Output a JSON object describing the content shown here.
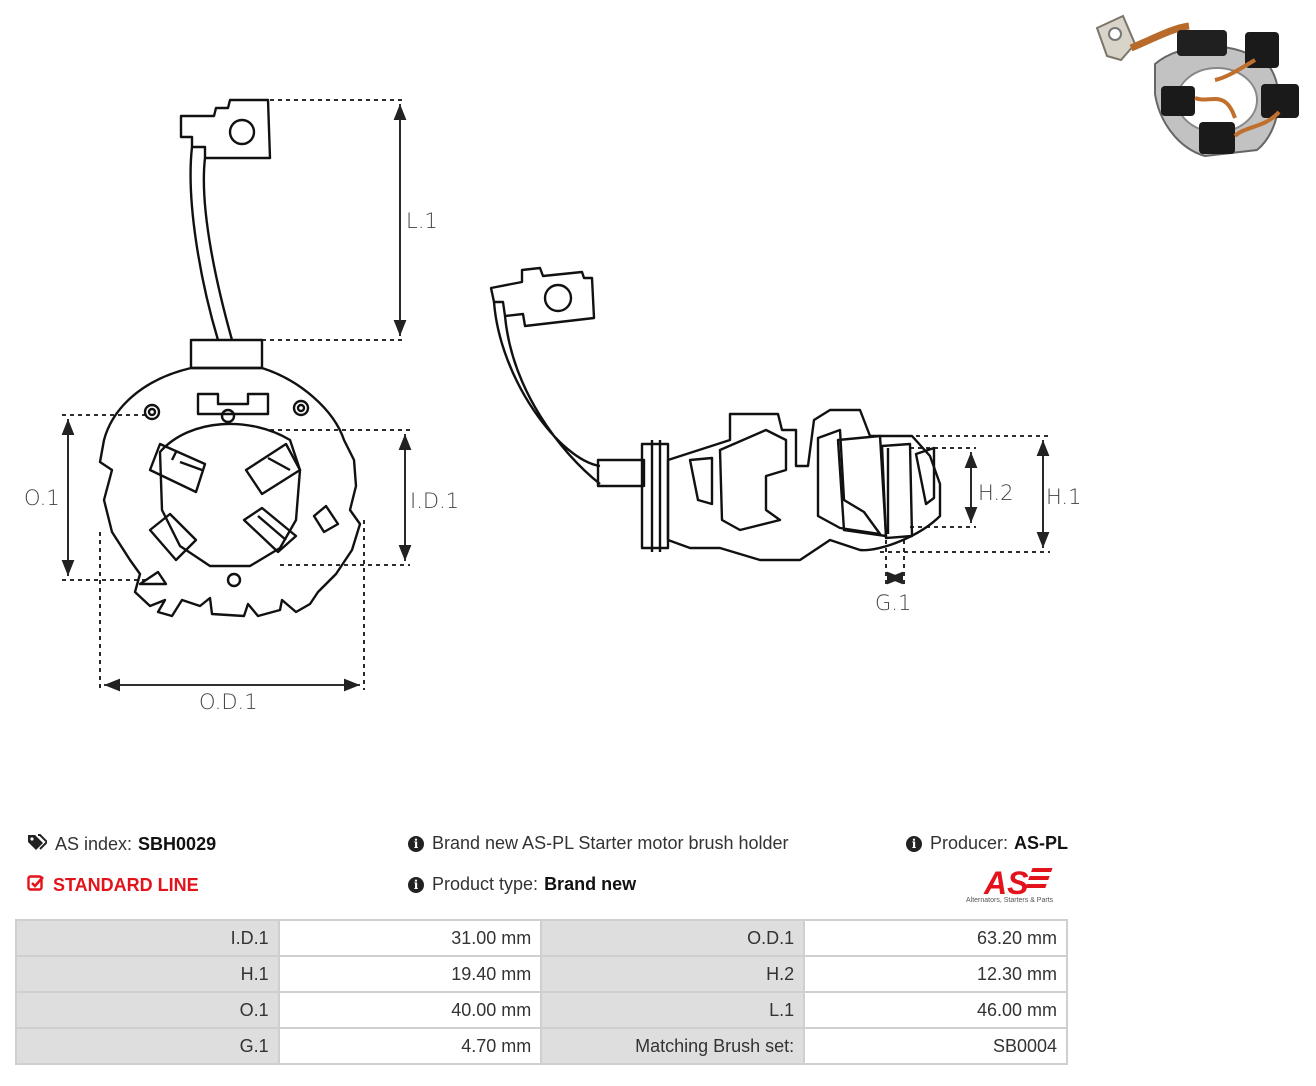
{
  "drawing": {
    "labels": {
      "l1": "L.1",
      "o1": "O.1",
      "id1": "I.D.1",
      "od1": "O.D.1",
      "h1": "H.1",
      "h2": "H.2",
      "g1": "G.1"
    }
  },
  "photo": {
    "icon": "brush-holder-photo"
  },
  "info": {
    "index_label": "AS index:",
    "index_value": "SBH0029",
    "description": "Brand new AS-PL Starter motor brush holder",
    "producer_label": "Producer:",
    "producer_value": "AS-PL",
    "line_label": "STANDARD LINE",
    "type_label": "Product type:",
    "type_value": "Brand new"
  },
  "logo": {
    "text": "AS",
    "tagline": "Alternators, Starters & Parts",
    "color": "#e3131b"
  },
  "specs": {
    "rows": [
      {
        "k1": "I.D.1",
        "v1": "31.00 mm",
        "k2": "O.D.1",
        "v2": "63.20 mm"
      },
      {
        "k1": "H.1",
        "v1": "19.40 mm",
        "k2": "H.2",
        "v2": "12.30 mm"
      },
      {
        "k1": "O.1",
        "v1": "40.00 mm",
        "k2": "L.1",
        "v2": "46.00 mm"
      },
      {
        "k1": "G.1",
        "v1": "4.70 mm",
        "k2": "Matching Brush set:",
        "v2": "SB0004"
      }
    ]
  }
}
